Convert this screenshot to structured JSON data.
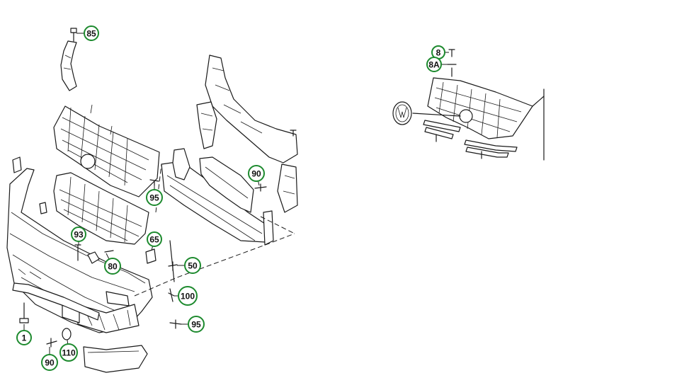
{
  "diagram": {
    "accent_color": "#1d8a2e",
    "callouts": [
      {
        "id": "c85",
        "label": "85"
      },
      {
        "id": "c8",
        "label": "8"
      },
      {
        "id": "c8a",
        "label": "8A"
      },
      {
        "id": "c90a",
        "label": "90"
      },
      {
        "id": "c95a",
        "label": "95"
      },
      {
        "id": "c93",
        "label": "93"
      },
      {
        "id": "c65",
        "label": "65"
      },
      {
        "id": "c80",
        "label": "80"
      },
      {
        "id": "c50",
        "label": "50"
      },
      {
        "id": "c100",
        "label": "100"
      },
      {
        "id": "c95b",
        "label": "95"
      },
      {
        "id": "c1",
        "label": "1"
      },
      {
        "id": "c110",
        "label": "110"
      },
      {
        "id": "c90b",
        "label": "90"
      }
    ]
  }
}
